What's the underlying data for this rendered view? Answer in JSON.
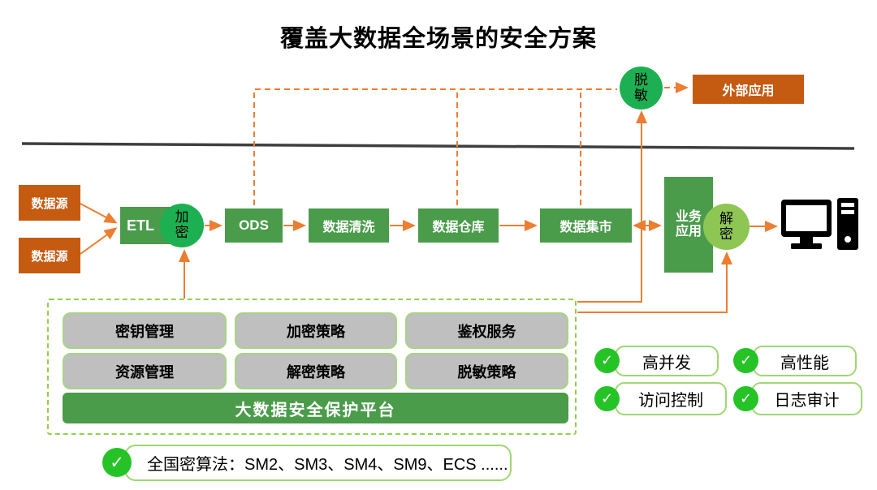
{
  "title": "覆盖大数据全场景的安全方案",
  "flow": {
    "source1": "数据源",
    "source2": "数据源",
    "etl": "ETL",
    "encrypt_circle": "加密",
    "stage_ods": "ODS",
    "stage_clean": "数据清洗",
    "stage_warehouse": "数据仓库",
    "stage_mart": "数据集市",
    "business_app": "业务应用",
    "decrypt_circle": "解密",
    "masking_circle": "脱敏",
    "external_app": "外部应用"
  },
  "platform": {
    "modules": [
      "密钥管理",
      "加密策略",
      "鉴权服务",
      "资源管理",
      "解密策略",
      "脱敏策略"
    ],
    "name": "大数据安全保护平台"
  },
  "features": [
    "高并发",
    "高性能",
    "访问控制",
    "日志审计"
  ],
  "algorithms_label": "全国密算法：SM2、SM3、SM4、SM9、ECS ......",
  "icons": {
    "check_glyph": "✓",
    "computer": "desktop-computer-icon"
  },
  "colors": {
    "orange_box": "#C55A11",
    "green_box": "#4A9B4A",
    "bright_circle_green": "#1DB052",
    "light_circle_green": "#8EC653",
    "check_green": "#25C325",
    "pill_border": "#9ED871",
    "module_gray": "#BFBFBF",
    "module_border": "#A6D483",
    "dashed_container_green": "#92D050",
    "connector_orange": "#ED7D31",
    "divider_dark": "#3F3F3F"
  }
}
